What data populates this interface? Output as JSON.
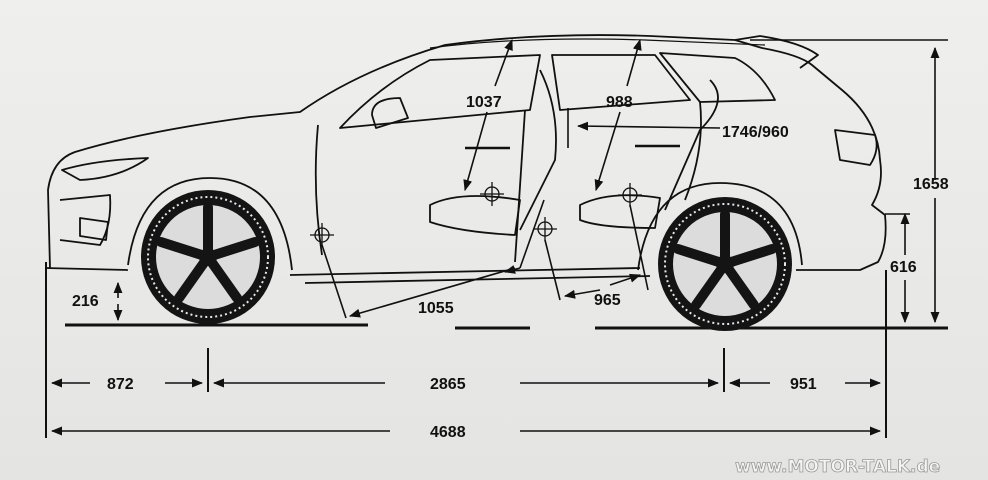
{
  "dimensions": {
    "front_headroom": "1037",
    "rear_headroom": "988",
    "shoulder_room": "1746/960",
    "height": "1658",
    "loading_height": "616",
    "ground_clearance": "216",
    "front_legroom": "1055",
    "rear_legroom": "965",
    "front_overhang": "872",
    "wheelbase": "2865",
    "rear_overhang": "951",
    "overall_length": "4688"
  },
  "watermark": "www.MOTOR-TALK.de",
  "colors": {
    "line": "#111111",
    "background": "#e9e9e7",
    "wheel": "#141414"
  }
}
